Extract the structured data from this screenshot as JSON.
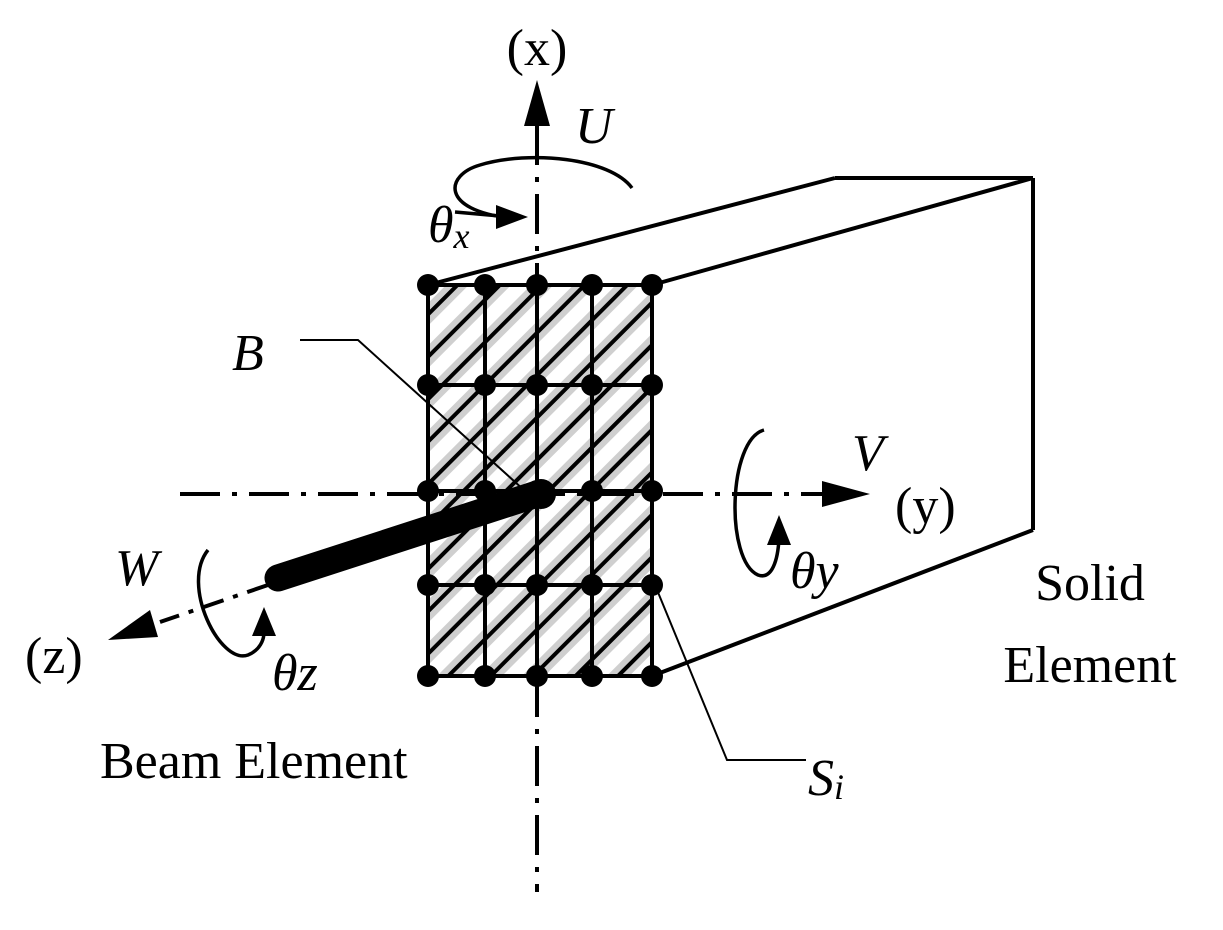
{
  "axes": {
    "x": "(x)",
    "y": "(y)",
    "z": "(z)"
  },
  "displacements": {
    "u": "U",
    "v": "V",
    "w": "W"
  },
  "rotations": {
    "theta_symbol": "θ",
    "x_sub": "x",
    "y_sub": "y",
    "z_sub": "z"
  },
  "node_labels": {
    "beam_node": "B",
    "surface_symbol": "S",
    "surface_sub": "i"
  },
  "element_labels": {
    "beam": "Beam Element",
    "solid_line1": "Solid",
    "solid_line2": "Element"
  },
  "colors": {
    "ink": "#000000",
    "background": "#ffffff",
    "hatch_light": "#cfcfcf"
  }
}
